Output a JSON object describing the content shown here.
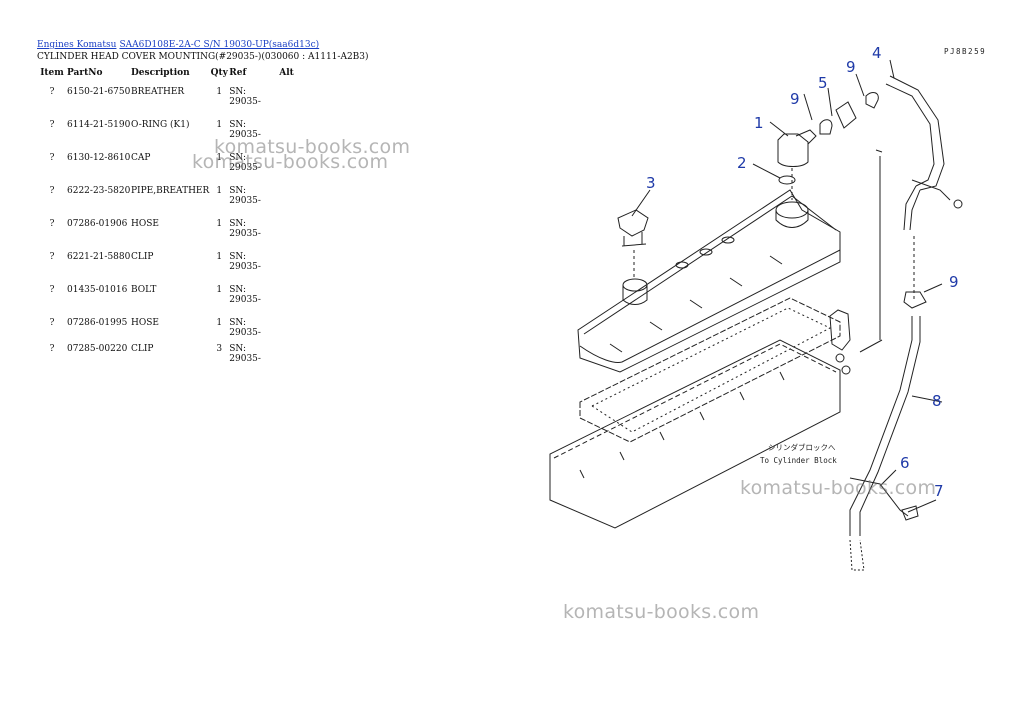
{
  "breadcrumb": {
    "link1": "Engines Komatsu",
    "link2": "SAA6D108E-2A-C S/N 19030-UP(saa6d13c)"
  },
  "title": "CYLINDER HEAD COVER MOUNTING(#29035-)(030060 : A1111-A2B3)",
  "table": {
    "headers": {
      "item": "Item",
      "partno": "PartNo",
      "description": "Description",
      "qty": "Qty",
      "ref": "Ref",
      "alt": "Alt"
    },
    "rows": [
      {
        "item": "?",
        "partno": "6150-21-6750",
        "description": "BREATHER",
        "qty": "1",
        "ref": "SN: 29035-"
      },
      {
        "item": "?",
        "partno": "6114-21-5190",
        "description": "O-RING (K1)",
        "qty": "1",
        "ref": "SN: 29035-"
      },
      {
        "item": "?",
        "partno": "6130-12-8610",
        "description": "CAP",
        "qty": "1",
        "ref": "SN: 29035-"
      },
      {
        "item": "?",
        "partno": "6222-23-5820",
        "description": "PIPE,BREATHER",
        "qty": "1",
        "ref": "SN: 29035-"
      },
      {
        "item": "?",
        "partno": "07286-01906",
        "description": "HOSE",
        "qty": "1",
        "ref": "SN: 29035-"
      },
      {
        "item": "?",
        "partno": "6221-21-5880",
        "description": "CLIP",
        "qty": "1",
        "ref": "SN: 29035-"
      },
      {
        "item": "?",
        "partno": "01435-01016",
        "description": "BOLT",
        "qty": "1",
        "ref": "SN: 29035-"
      },
      {
        "item": "?",
        "partno": "07286-01995",
        "description": "HOSE",
        "qty": "1",
        "ref": "SN: 29035-"
      },
      {
        "item": "?",
        "partno": "07285-00220",
        "description": "CLIP",
        "qty": "3",
        "ref": "SN: 29035-"
      }
    ]
  },
  "diagram": {
    "code": "PJ8B259",
    "callouts": [
      "1",
      "2",
      "3",
      "4",
      "5",
      "6",
      "7",
      "8",
      "9",
      "9",
      "9"
    ],
    "annotation_jp": "シリンダブロックへ",
    "annotation_en": "To Cylinder Block"
  },
  "watermark": "komatsu-books.com",
  "colors": {
    "link": "#1a3fc4",
    "callout": "#1f3aa8",
    "drawing": "#222222",
    "watermark": "#888888"
  }
}
